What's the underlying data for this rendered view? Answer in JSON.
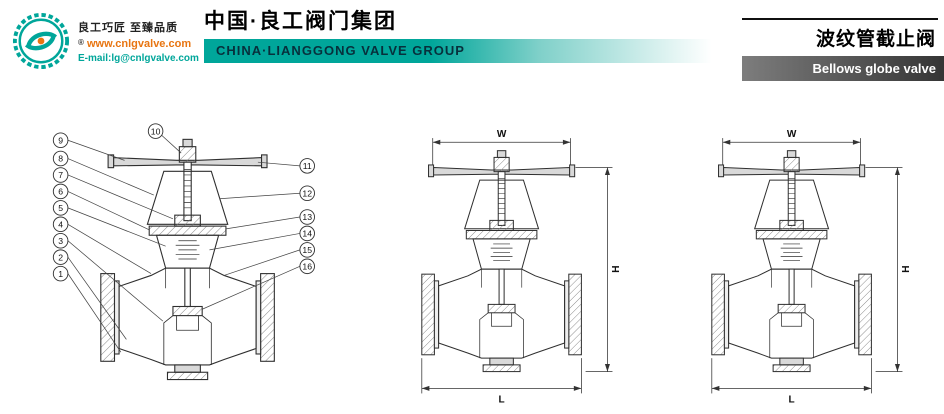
{
  "header": {
    "logo": {
      "slogan": "良工巧匠 至臻品质",
      "registered_mark": "®",
      "website": "www.cnlgvalve.com",
      "email": "E-mail:lg@cnlgvalve.com"
    },
    "company_cn": "中国·良工阀门集团",
    "company_en": "CHINA·LIANGGONG VALVE GROUP",
    "product_cn": "波纹管截止阀",
    "product_en": "Bellows globe valve"
  },
  "colors": {
    "teal": "#00a69a",
    "orange": "#e87511",
    "banner_dark": "#3a3a3a",
    "rule_black": "#101010"
  },
  "drawings": {
    "callouts": {
      "left_column": [
        "9",
        "8",
        "7",
        "6",
        "5",
        "4",
        "3",
        "2",
        "1"
      ],
      "top": [
        "10"
      ],
      "right_column": [
        "11",
        "12",
        "13",
        "14",
        "15",
        "16"
      ]
    },
    "dimensions": {
      "w": "W",
      "h": "H",
      "l": "L"
    }
  }
}
